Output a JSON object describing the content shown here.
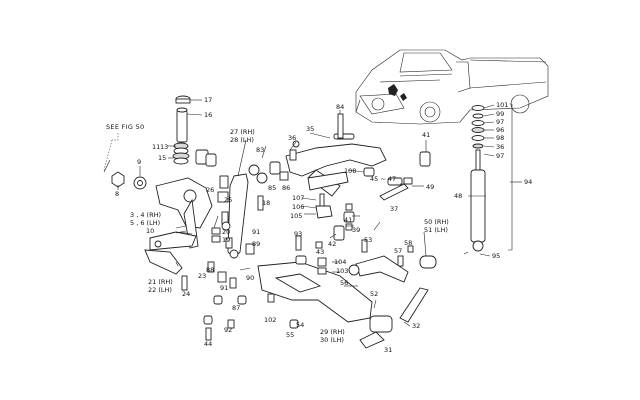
{
  "figure": {
    "see_fig": "SEE FIG 50",
    "callouts": [
      {
        "id": "17",
        "text": "17"
      },
      {
        "id": "16",
        "text": "16"
      },
      {
        "id": "27-28",
        "text": "27 (RH)\n28 (LH)"
      },
      {
        "id": "35",
        "text": "35"
      },
      {
        "id": "84",
        "text": "84"
      },
      {
        "id": "101",
        "text": "101"
      },
      {
        "id": "99",
        "text": "99"
      },
      {
        "id": "97a",
        "text": "97"
      },
      {
        "id": "96",
        "text": "96"
      },
      {
        "id": "98",
        "text": "98"
      },
      {
        "id": "36a",
        "text": "36"
      },
      {
        "id": "97b",
        "text": "97"
      },
      {
        "id": "11",
        "text": "11"
      },
      {
        "id": "13",
        "text": "13"
      },
      {
        "id": "15",
        "text": "15"
      },
      {
        "id": "9",
        "text": "9"
      },
      {
        "id": "8",
        "text": "8"
      },
      {
        "id": "83",
        "text": "83"
      },
      {
        "id": "36b",
        "text": "36"
      },
      {
        "id": "41a",
        "text": "41"
      },
      {
        "id": "94",
        "text": "94"
      },
      {
        "id": "108",
        "text": "108"
      },
      {
        "id": "45-47",
        "text": "45 ~ 47"
      },
      {
        "id": "49",
        "text": "49"
      },
      {
        "id": "48",
        "text": "48"
      },
      {
        "id": "85",
        "text": "85"
      },
      {
        "id": "86",
        "text": "86"
      },
      {
        "id": "107",
        "text": "107"
      },
      {
        "id": "106",
        "text": "106"
      },
      {
        "id": "105",
        "text": "105"
      },
      {
        "id": "26",
        "text": "26"
      },
      {
        "id": "25",
        "text": "25"
      },
      {
        "id": "18",
        "text": "18"
      },
      {
        "id": "3-6",
        "text": "3 , 4 (RH)\n5 , 6 (LH)"
      },
      {
        "id": "10",
        "text": "10"
      },
      {
        "id": "20",
        "text": "20"
      },
      {
        "id": "19",
        "text": "19"
      },
      {
        "id": "91a",
        "text": "91"
      },
      {
        "id": "89",
        "text": "89"
      },
      {
        "id": "93",
        "text": "93"
      },
      {
        "id": "41b",
        "text": "41"
      },
      {
        "id": "39",
        "text": "39"
      },
      {
        "id": "42",
        "text": "42"
      },
      {
        "id": "43",
        "text": "43"
      },
      {
        "id": "37",
        "text": "37"
      },
      {
        "id": "50-51",
        "text": "50 (RH)\n51 (LH)"
      },
      {
        "id": "53",
        "text": "53"
      },
      {
        "id": "57",
        "text": "57"
      },
      {
        "id": "58",
        "text": "58"
      },
      {
        "id": "104",
        "text": "104"
      },
      {
        "id": "103",
        "text": "103"
      },
      {
        "id": "95",
        "text": "95"
      },
      {
        "id": "88",
        "text": "88"
      },
      {
        "id": "23",
        "text": "23"
      },
      {
        "id": "90",
        "text": "90"
      },
      {
        "id": "21-22",
        "text": "21 (RH)\n22 (LH)"
      },
      {
        "id": "91b",
        "text": "91"
      },
      {
        "id": "24",
        "text": "24"
      },
      {
        "id": "56",
        "text": "56"
      },
      {
        "id": "52",
        "text": "52"
      },
      {
        "id": "87",
        "text": "87"
      },
      {
        "id": "102",
        "text": "102"
      },
      {
        "id": "54",
        "text": "54"
      },
      {
        "id": "92",
        "text": "92"
      },
      {
        "id": "55",
        "text": "55"
      },
      {
        "id": "44",
        "text": "44"
      },
      {
        "id": "29-30",
        "text": "29 (RH)\n30 (LH)"
      },
      {
        "id": "32",
        "text": "32"
      },
      {
        "id": "31",
        "text": "31"
      }
    ]
  }
}
